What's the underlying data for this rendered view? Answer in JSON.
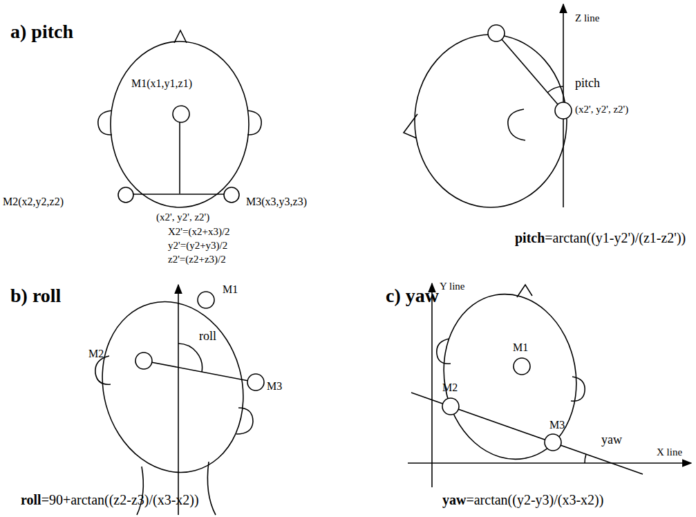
{
  "diagram": {
    "labels": [
      "a) pitch",
      "M1(x1,y1,z1)",
      "M2(x2,y2,z2)",
      "M3(x3,y3,z3)",
      "(x2', y2', z2')",
      "X2'=(x2+x3)/2",
      "y2'=(y2+y3)/2",
      "z2'=(z2+z3)/2",
      "Z line",
      "pitch",
      "(x2', y2', z2')",
      "pitch",
      "=arctan((y1-y2')/(z1-z2'))",
      "b) roll",
      "M1",
      "M2",
      "M3",
      "roll",
      "roll",
      "=90+arctan((z2-z3)/(x3-x2))",
      "c) yaw",
      "Y line",
      "M1",
      "M2",
      "M3",
      "yaw",
      "X line",
      "yaw",
      "=arctan((y2-y3)/(x3-x2))"
    ]
  }
}
